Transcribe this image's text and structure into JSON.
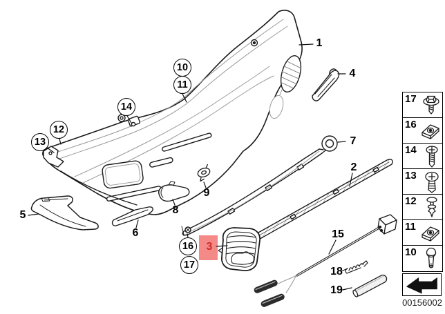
{
  "diagram": {
    "image_number": "00156002",
    "highlight": {
      "box_color": "#f48a88",
      "label_color": "#cc2b2b",
      "selected_callout": "3"
    },
    "callouts": {
      "c1": {
        "number": "1",
        "style": "plain"
      },
      "c2": {
        "number": "2",
        "style": "plain"
      },
      "c3": {
        "number": "3",
        "style": "selected"
      },
      "c4": {
        "number": "4",
        "style": "plain"
      },
      "c5": {
        "number": "5",
        "style": "plain"
      },
      "c6": {
        "number": "6",
        "style": "plain"
      },
      "c7": {
        "number": "7",
        "style": "plain"
      },
      "c8": {
        "number": "8",
        "style": "plain"
      },
      "c9": {
        "number": "9",
        "style": "plain"
      },
      "c10": {
        "number": "10",
        "style": "circled"
      },
      "c11": {
        "number": "11",
        "style": "circled"
      },
      "c12": {
        "number": "12",
        "style": "circled"
      },
      "c13": {
        "number": "13",
        "style": "circled"
      },
      "c14": {
        "number": "14",
        "style": "circled"
      },
      "c15": {
        "number": "15",
        "style": "plain"
      },
      "c16": {
        "number": "16",
        "style": "circled"
      },
      "c17": {
        "number": "17",
        "style": "circled"
      },
      "c18": {
        "number": "18",
        "style": "plain"
      },
      "c19": {
        "number": "19",
        "style": "plain"
      }
    }
  },
  "fastener_panel": {
    "items": [
      {
        "number": "17",
        "icon": "hex-head-screw-icon"
      },
      {
        "number": "16",
        "icon": "clip-nut-icon"
      },
      {
        "number": "14",
        "icon": "pan-head-screw-icon"
      },
      {
        "number": "13",
        "icon": "phillips-rivet-icon"
      },
      {
        "number": "12",
        "icon": "expansion-rivet-icon"
      },
      {
        "number": "11",
        "icon": "clip-nut-icon"
      },
      {
        "number": "10",
        "icon": "round-head-bolt-icon"
      }
    ],
    "back_arrow_icon": "back-arrow-icon"
  },
  "line_art": {
    "stroke_color": "#1a1a1a",
    "secondary_stroke_color": "#999999"
  }
}
